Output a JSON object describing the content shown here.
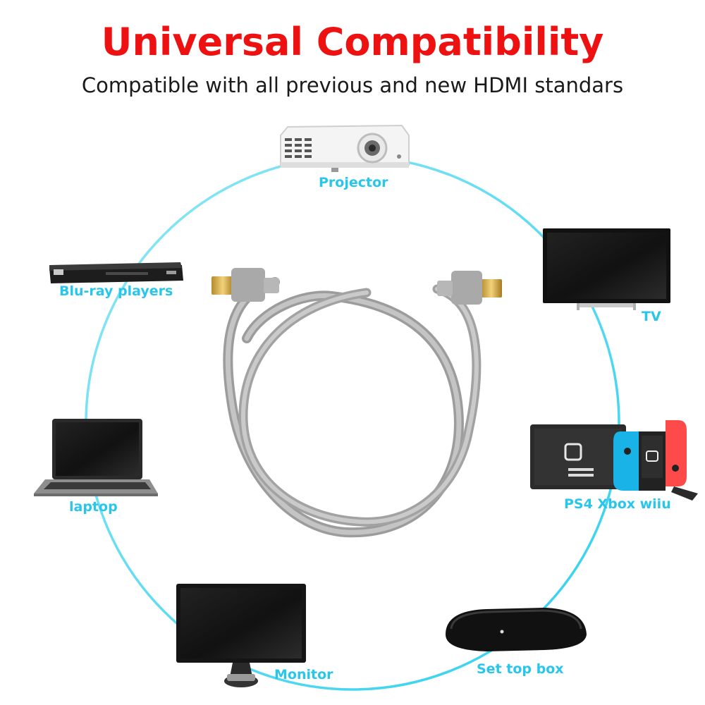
{
  "header": {
    "title": "Universal Compatibility",
    "subtitle": "Compatible with all previous and new HDMI standars"
  },
  "devices": {
    "projector": "Projector",
    "bluray": "Blu-ray players",
    "tv": "TV",
    "laptop": "laptop",
    "consoles": "PS4 Xbox wiiu",
    "monitor": "Monitor",
    "settop": "Set  top box"
  },
  "colors": {
    "title": "#ee1111",
    "label": "#29c6ec",
    "ring": "#3fd6ef"
  }
}
